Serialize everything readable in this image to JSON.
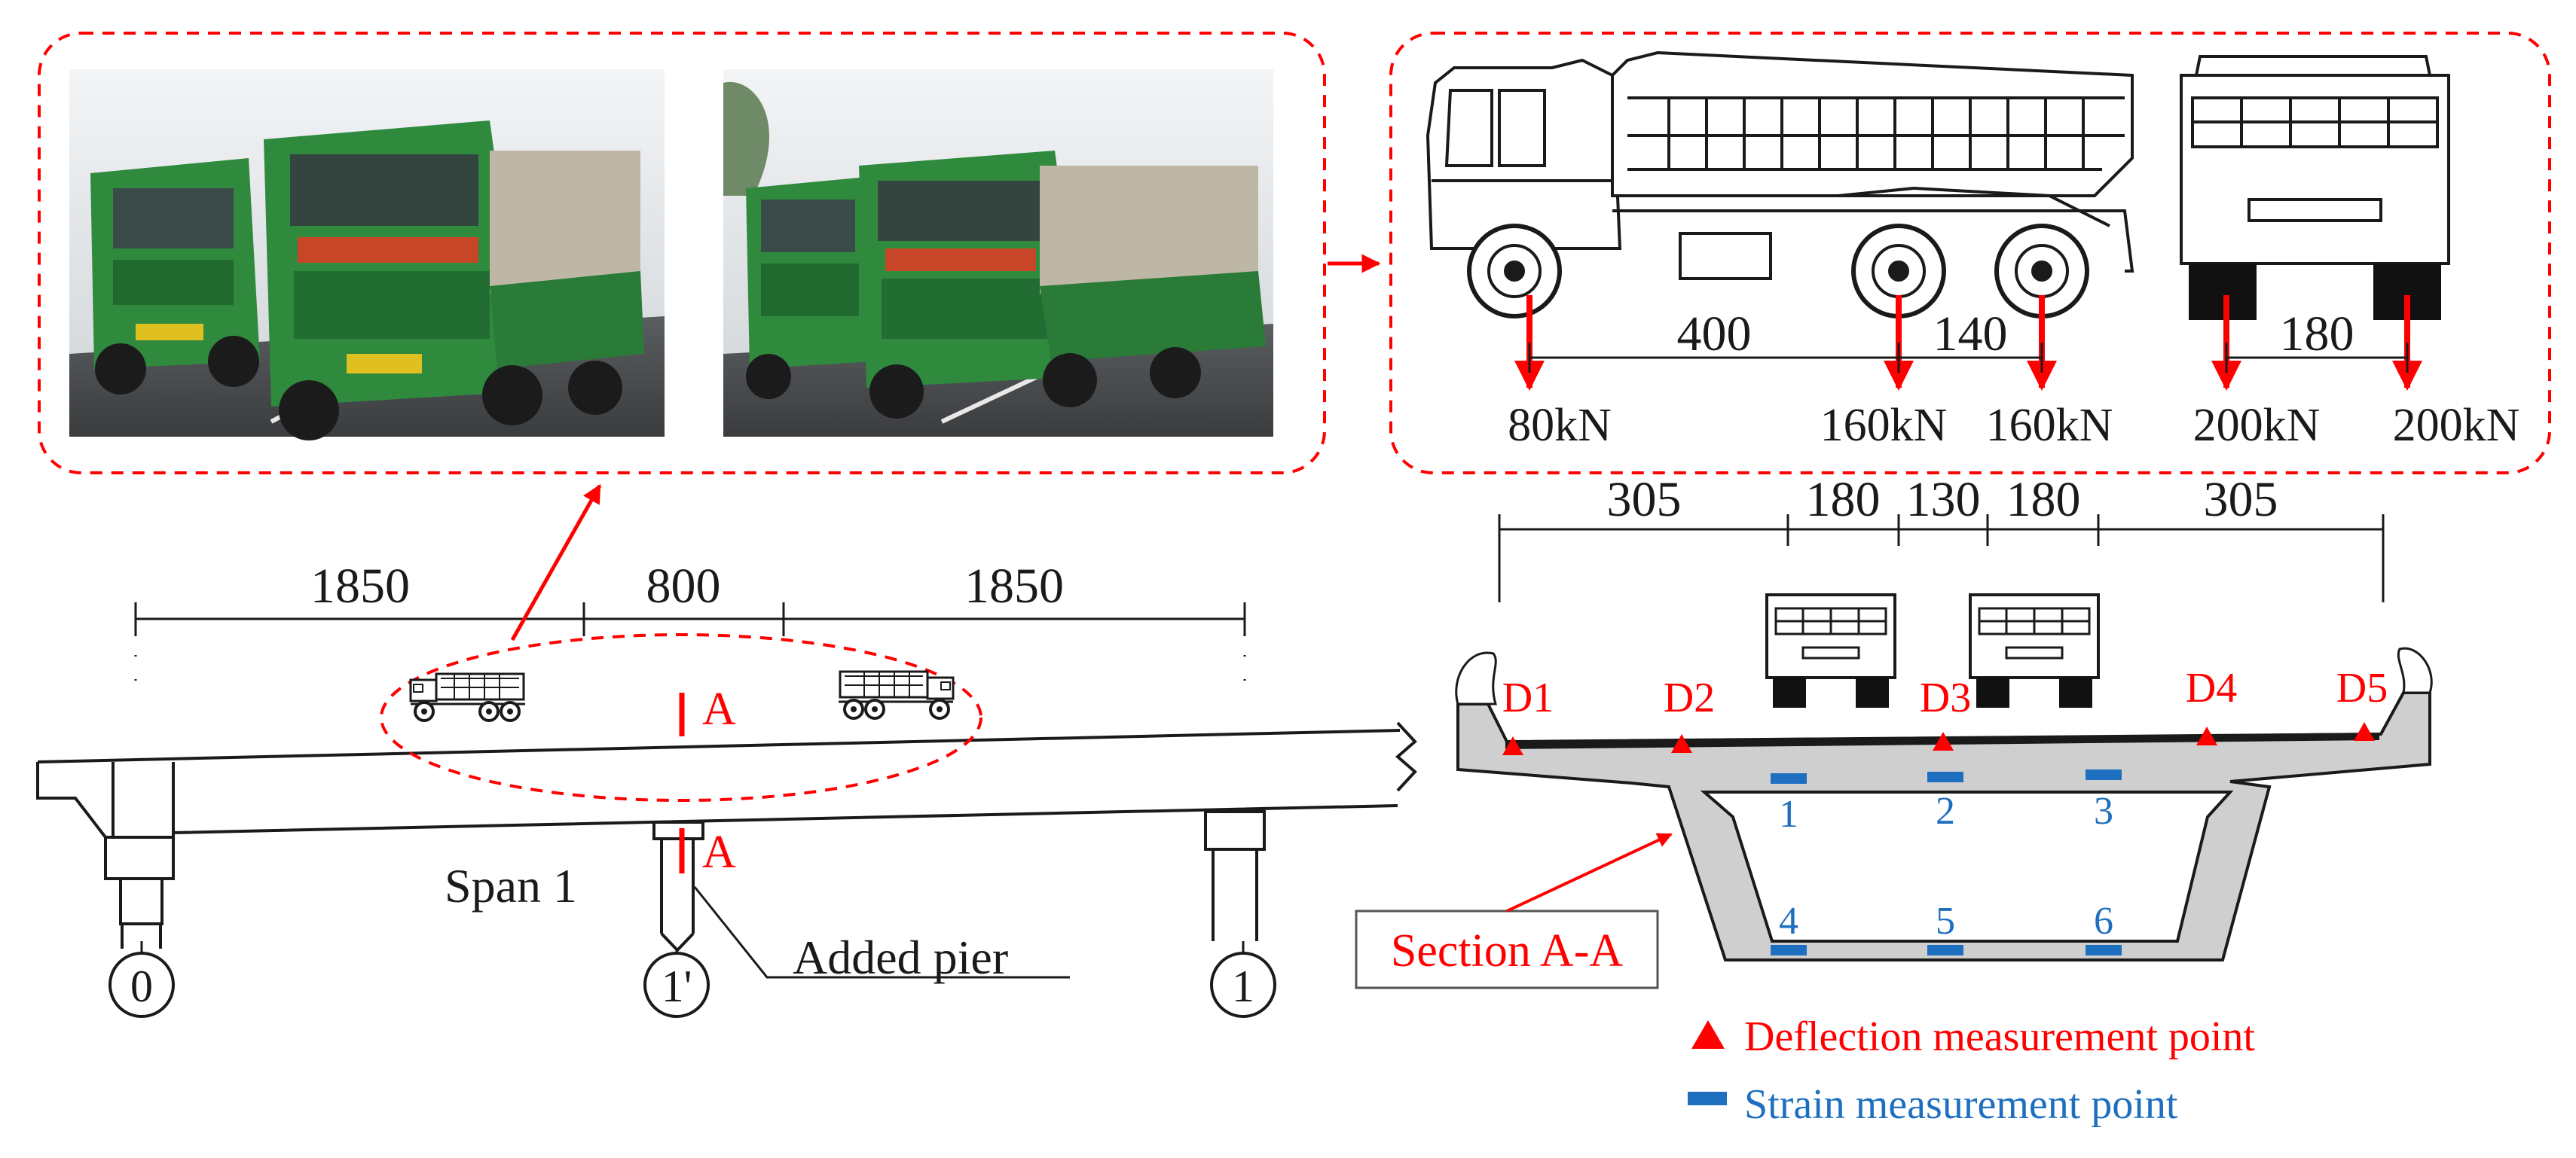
{
  "colors": {
    "red": "#ff0000",
    "blue": "#1f6fc0",
    "dark": "#1a1a1a",
    "concrete": "#cfcfcf",
    "truck_green": "#2f8a3e"
  },
  "elevation": {
    "spans": [
      "1850",
      "800",
      "1850"
    ],
    "section_marks": [
      "A",
      "A"
    ],
    "span_label": "Span 1",
    "added_pier_label": "Added pier",
    "pier_labels": [
      "0",
      "1'",
      "1"
    ]
  },
  "truck_loads": {
    "spacings": [
      "400",
      "140"
    ],
    "axle_loads": [
      "80kN",
      "160kN",
      "160kN"
    ],
    "track_width": "180",
    "wheel_loads": [
      "200kN",
      "200kN"
    ]
  },
  "cross_section": {
    "spacings": [
      "305",
      "180",
      "130",
      "180",
      "305"
    ],
    "deflection_points": [
      "D1",
      "D2",
      "D3",
      "D4",
      "D5"
    ],
    "strain_points": [
      "1",
      "2",
      "3",
      "4",
      "5",
      "6"
    ],
    "section_label": "Section A-A"
  },
  "legend": {
    "deflection_label": "Deflection measurement point",
    "strain_label": "Strain measurement point",
    "deflection_symbol": "triangle",
    "strain_symbol": "bar"
  }
}
